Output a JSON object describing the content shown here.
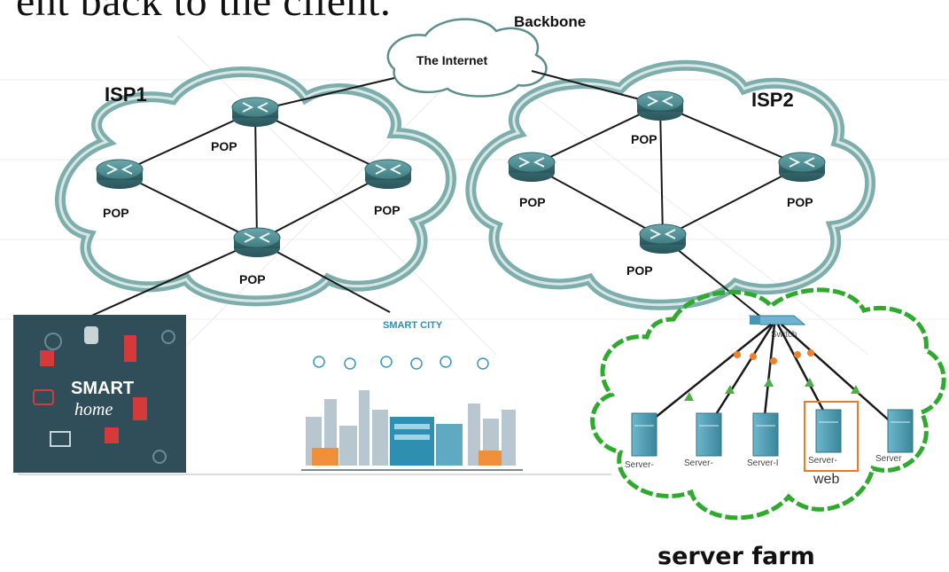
{
  "header": {
    "cut_text": "ent back to the client."
  },
  "backbone": {
    "label": "Backbone",
    "cloud_label": "The Internet"
  },
  "isp1": {
    "label": "ISP1",
    "pop_labels": [
      "POP",
      "POP",
      "POP",
      "POP"
    ]
  },
  "isp2": {
    "label": "ISP2",
    "pop_labels": [
      "POP",
      "POP",
      "POP",
      "POP"
    ]
  },
  "smart_home": {
    "line1": "SMART",
    "line2": "home"
  },
  "smart_city": {
    "label": "SMART CITY"
  },
  "server_farm": {
    "title": "server farm",
    "switch_label": "Switch",
    "servers": [
      "Server-",
      "Server-",
      "Server-I",
      "Server-",
      "Server"
    ],
    "web_label": "web"
  },
  "colors": {
    "cloud_outline": "#6fa5a3",
    "router": "#3f7e84",
    "farm_cloud": "#2faa2f",
    "server": "#4f9db2",
    "highlight_box": "#e87a2a",
    "smart_home_bg": "#2f4e5a"
  }
}
